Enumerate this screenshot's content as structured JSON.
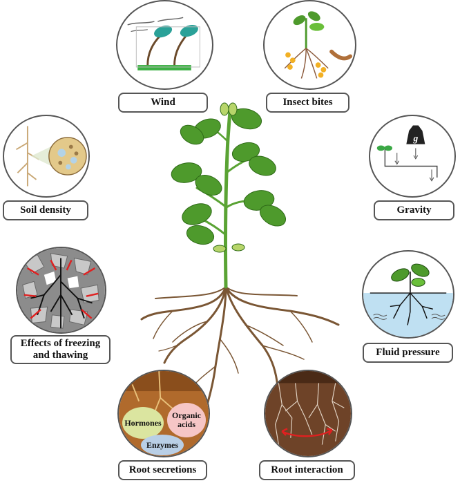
{
  "factors": {
    "wind": "Wind",
    "insect_bites": "Insect bites",
    "soil_density": "Soil density",
    "gravity": "Gravity",
    "freezing_line1": "Effects of freezing",
    "freezing_line2": "and thawing",
    "fluid_pressure": "Fluid pressure",
    "root_secretions": "Root secretions",
    "root_interaction": "Root interaction"
  },
  "secretions": {
    "hormones": "Hormones",
    "organic_acids_line1": "Organic",
    "organic_acids_line2": "acids",
    "enzymes": "Enzymes"
  },
  "gravity_weight_symbol": "g",
  "colors": {
    "leaf": "#4e9a2c",
    "stem": "#5aa334",
    "root": "#7a5634",
    "water": "#bfe0f2",
    "soil": "#b06a2c",
    "freeze_arrow": "#e02020",
    "border": "#555555"
  }
}
